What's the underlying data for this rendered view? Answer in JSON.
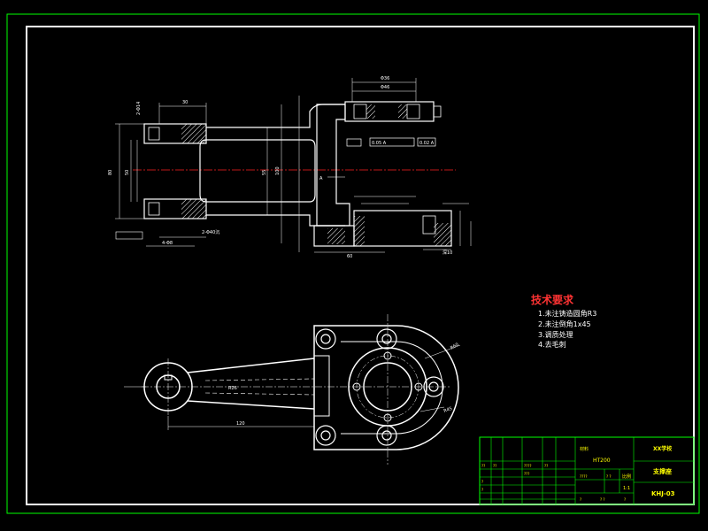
{
  "technical_requirements": {
    "title": "技术要求",
    "items": [
      "1.未注铸造圆角R3",
      "2.未注倒角1x45",
      "3.调质处理",
      "4.去毛刺"
    ]
  },
  "title_block": {
    "material_label": "材料",
    "material": "HT200",
    "school": "XX学校",
    "part_name": "支撑座",
    "drawing_no": "KHJ-03",
    "scale_label": "比例",
    "scale": "1:1",
    "row_marks": [
      "??",
      "??",
      "????",
      "??",
      "???",
      "?",
      "?"
    ],
    "sheet_marks": [
      "????",
      "? ?",
      "?",
      "? ?",
      "?"
    ]
  },
  "dimensions": {
    "top_left_width": "30",
    "top_height_outer": "80",
    "top_height_inner": "50",
    "top_hole": "2-Φ14",
    "top_note_1": "2-Φ40沉",
    "top_center_height": "55",
    "top_right_hole": "Φ36",
    "top_right_bore": "Φ46",
    "top_right_total": "100",
    "top_bottom_len": "60",
    "bottom_len": "120",
    "bottom_r_outer": "R60",
    "bottom_r": "R45",
    "tol_frame_1": "0.05 A",
    "tol_frame_2": "0.02 A",
    "datum": "A",
    "chamfer": "4-Φ8",
    "note_depth": "深10",
    "left_r": "R26"
  },
  "colors": {
    "frame": "#00ff00",
    "lines": "#ffffff",
    "centerline": "#ff2222",
    "title_text": "#ff3333",
    "label": "#ffff00"
  }
}
